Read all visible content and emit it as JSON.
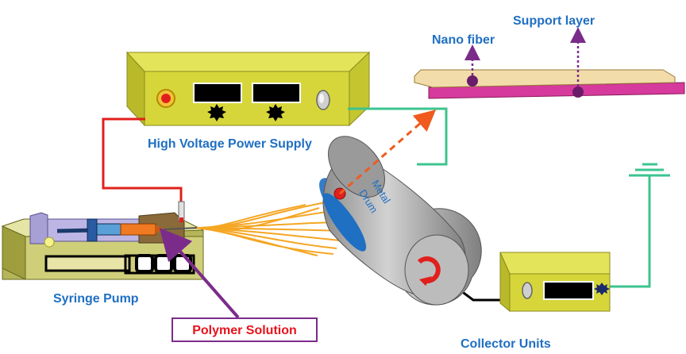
{
  "labels": {
    "high_voltage": "High Voltage Power Supply",
    "syringe_pump": "Syringe Pump",
    "polymer_solution": "Polymer Solution",
    "collector_units": "Collector Units",
    "nano_fiber": "Nano fiber",
    "support_layer": "Support layer",
    "metal": "Metal",
    "drum": "Drum"
  },
  "colors": {
    "label_blue": "#1f6fc2",
    "device_yellow": "#d9d93a",
    "wire_red": "#e0201c",
    "wire_green": "#3cc48f",
    "fiber_orange": "#f5a623",
    "jet_dashed": "#f05a1e",
    "drum_gray": "#a9a9a9",
    "support_magenta": "#d63a9c",
    "nanofiber_beige": "#f2dcaa",
    "arrow_purple": "#7b2c8a"
  },
  "icons": [
    "power-indicator-icon",
    "knob-icon",
    "rotation-arrow-icon",
    "ground-symbol-icon",
    "syringe-icon"
  ]
}
